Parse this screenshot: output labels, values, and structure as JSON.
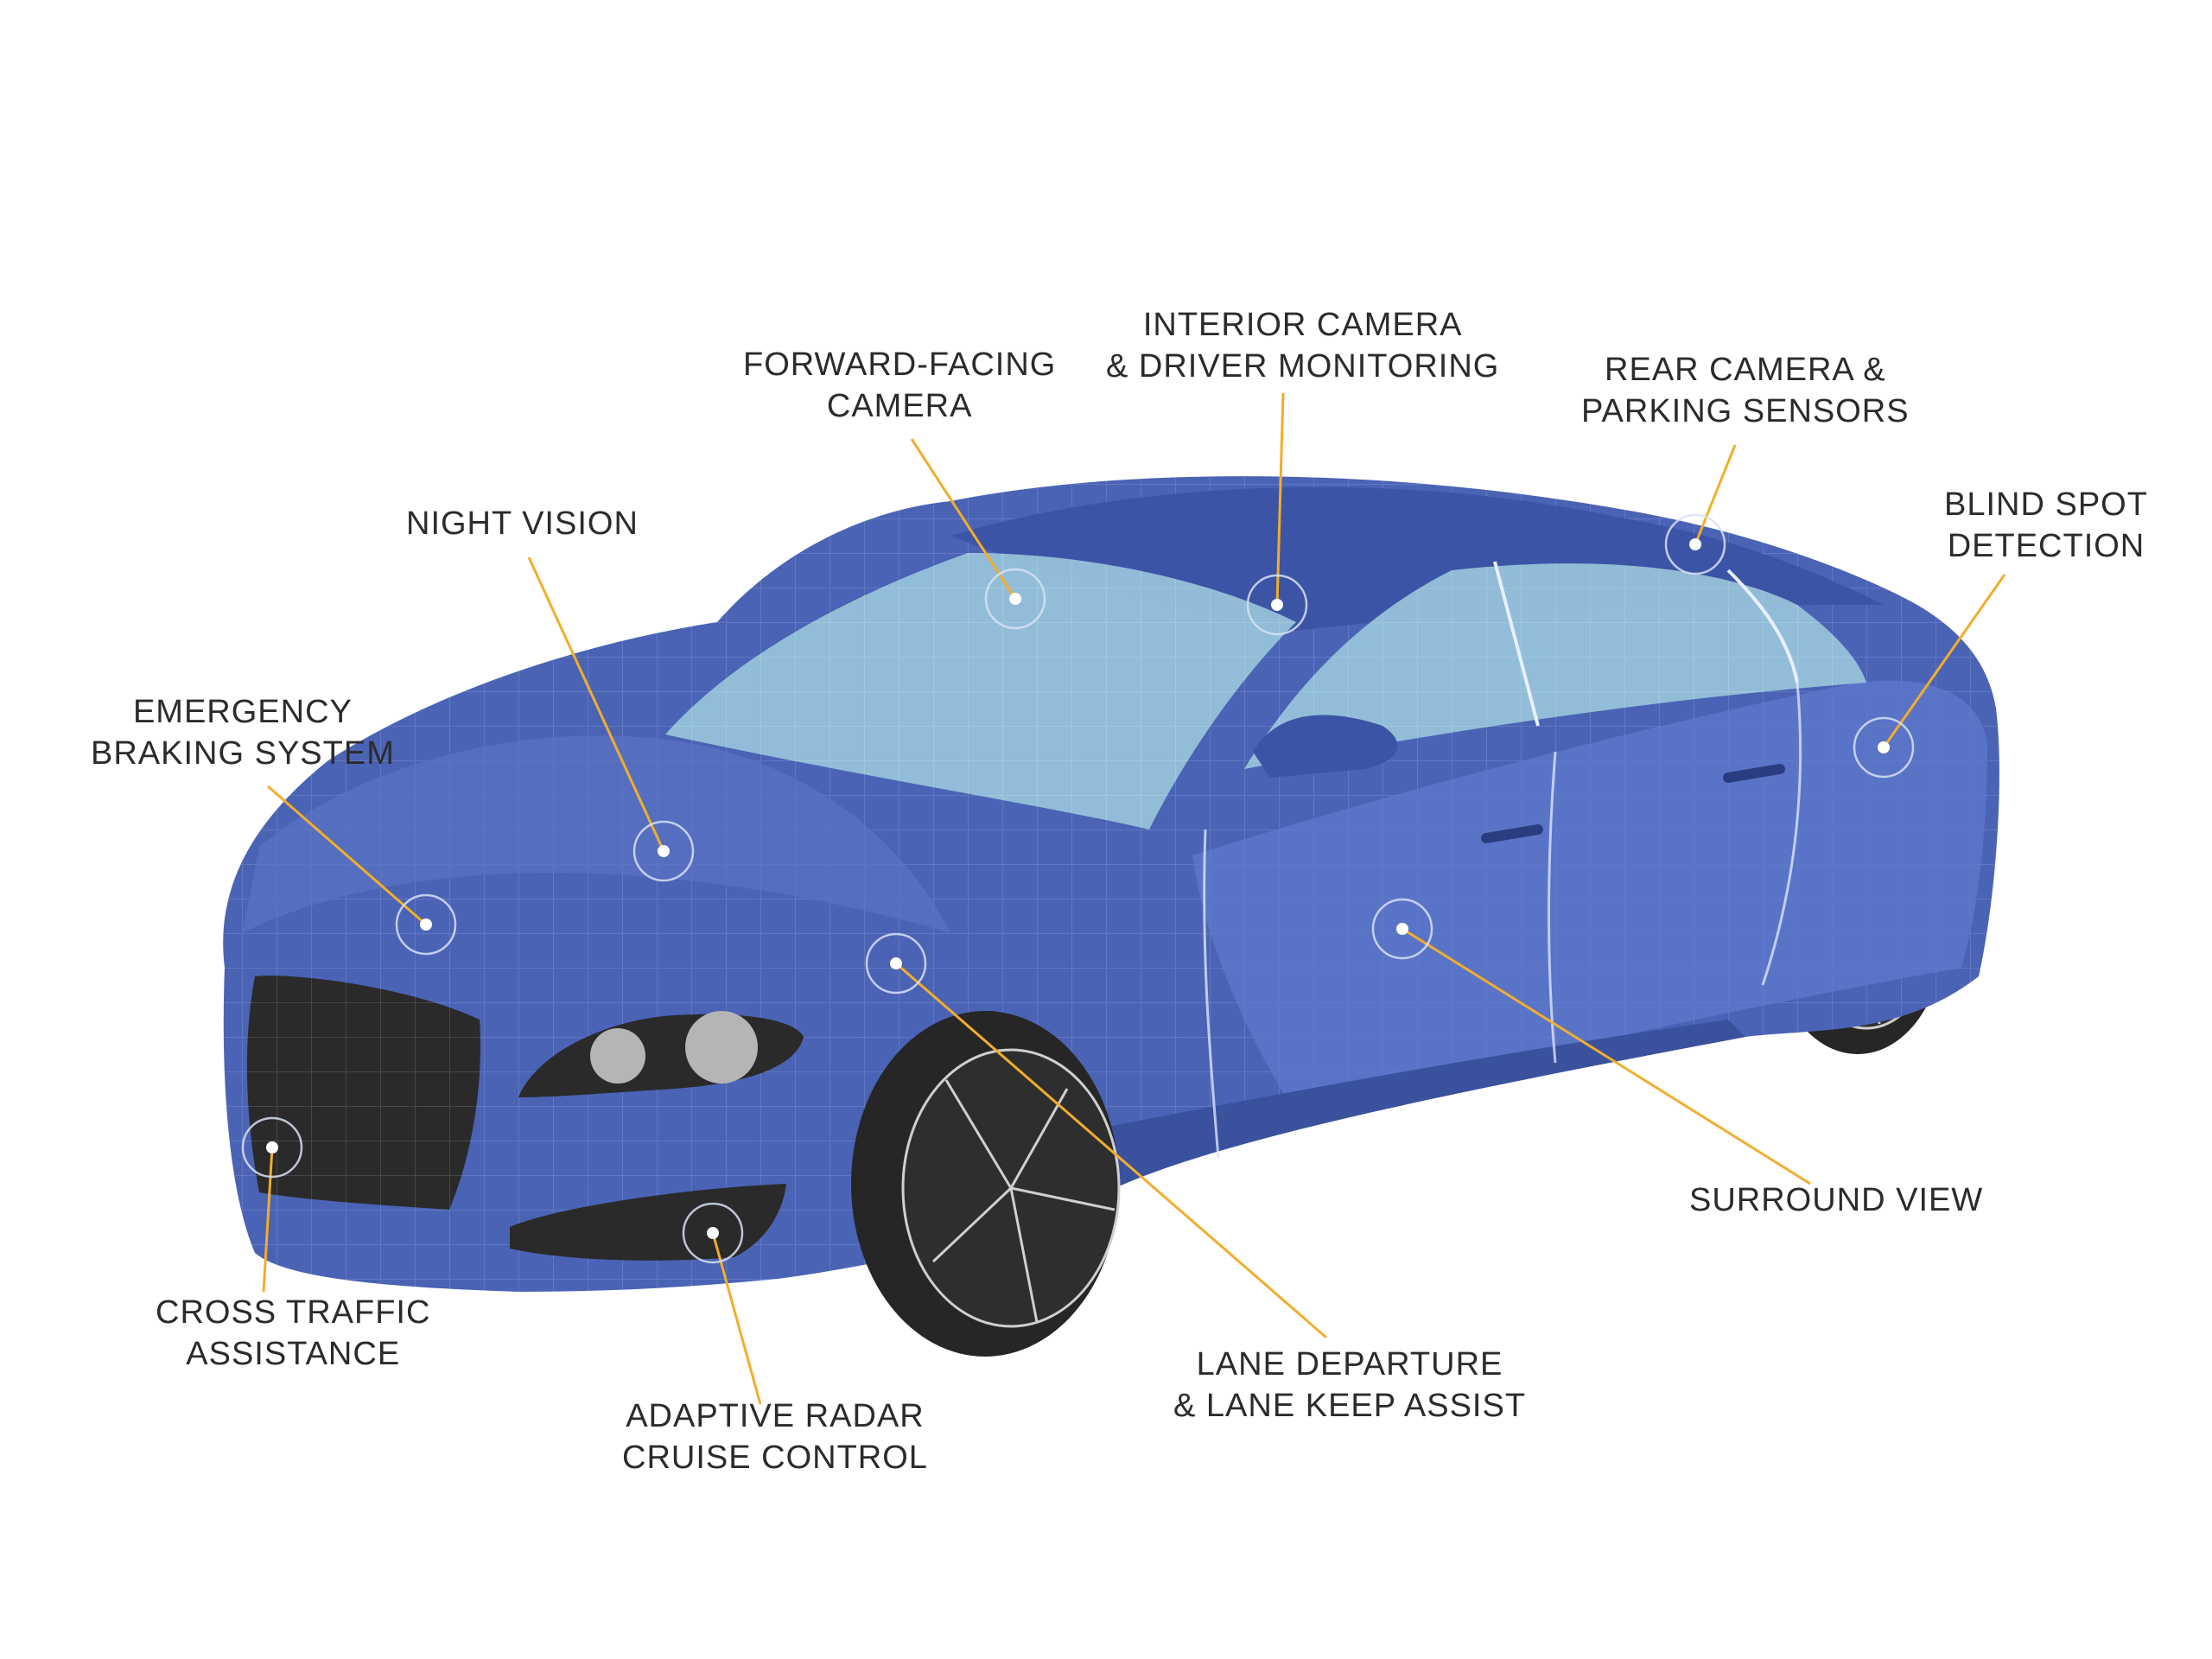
{
  "colors": {
    "car_body": "#4a63b5",
    "car_body_light": "#6c84d0",
    "car_body_dark": "#2f4590",
    "glass": "#9ac6dc",
    "tire": "#262626",
    "grille": "#2a2a2a",
    "leader_line": "#f2ad2b",
    "sensor_dot": "#ffffff",
    "text": "#2b2b2b"
  },
  "features": [
    {
      "id": "forward-facing-camera",
      "text": "FORWARD-FACING\nCAMERA"
    },
    {
      "id": "interior-camera",
      "text": "INTERIOR CAMERA\n& DRIVER MONITORING"
    },
    {
      "id": "rear-camera",
      "text": "REAR CAMERA &\nPARKING SENSORS"
    },
    {
      "id": "night-vision",
      "text": "NIGHT VISION"
    },
    {
      "id": "blind-spot-detection",
      "text": "BLIND SPOT\nDETECTION"
    },
    {
      "id": "emergency-braking",
      "text": "EMERGENCY\nBRAKING SYSTEM"
    },
    {
      "id": "surround-view",
      "text": "SURROUND VIEW"
    },
    {
      "id": "cross-traffic",
      "text": "CROSS TRAFFIC\nASSISTANCE"
    },
    {
      "id": "lane-departure",
      "text": "LANE DEPARTURE\n& LANE KEEP ASSIST"
    },
    {
      "id": "adaptive-cruise",
      "text": "ADAPTIVE RADAR\nCRUISE CONTROL"
    }
  ]
}
